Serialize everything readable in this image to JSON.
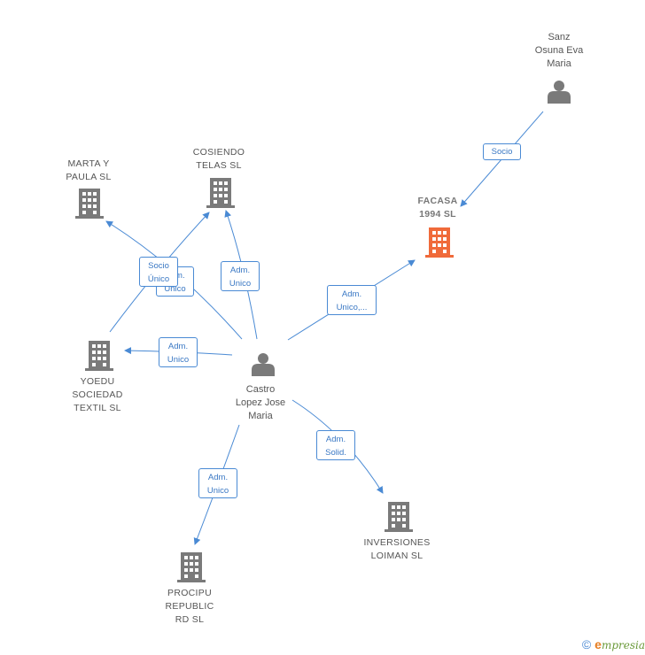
{
  "nodes": {
    "sanz": {
      "label": "Sanz\nOsuna Eva\nMaria",
      "type": "person"
    },
    "facasa": {
      "label": "FACASA\n1994  SL",
      "type": "company-focus"
    },
    "cosiendo": {
      "label": "COSIENDO\nTELAS  SL",
      "type": "company"
    },
    "marta": {
      "label": "MARTA Y\nPAULA SL",
      "type": "company"
    },
    "yoedu": {
      "label": "YOEDU\nSOCIEDAD\nTEXTIL  SL",
      "type": "company"
    },
    "castro": {
      "label": "Castro\nLopez Jose\nMaria",
      "type": "person"
    },
    "inversiones": {
      "label": "INVERSIONES\nLOIMAN  SL",
      "type": "company"
    },
    "procipu": {
      "label": "PROCIPU\nREPUBLIC\nRD SL",
      "type": "company"
    }
  },
  "edges": {
    "sanz_facasa": "Socio",
    "castro_facasa": "Adm.\nUnico,...",
    "castro_cosiendo": "Adm.\nUnico",
    "castro_marta_back": "Adm.\nUnico",
    "yoedu_socio": "Socio\nÚnico",
    "castro_yoedu": "Adm.\nUnico",
    "castro_inversiones": "Adm.\nSolid.",
    "castro_procipu": "Adm.\nUnico"
  },
  "colors": {
    "edge": "#4a8ad4",
    "icon": "#7a7a7a",
    "focus_icon": "#f06a3a"
  },
  "footer": {
    "copyright": "©",
    "brand_e": "e",
    "brand_rest": "mpresia"
  }
}
